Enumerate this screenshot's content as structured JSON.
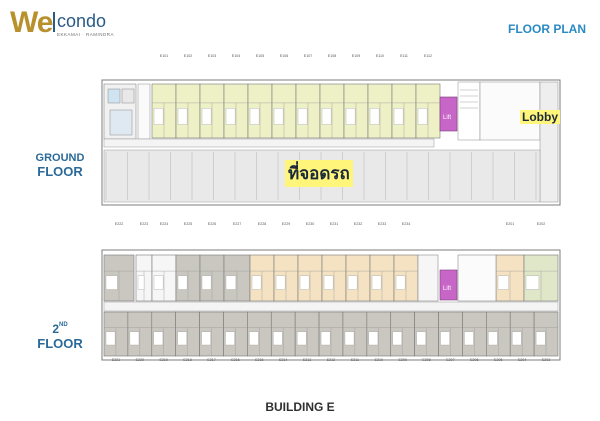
{
  "logo": {
    "brand_we": "We",
    "brand_condo": "condo",
    "subtitle": "EKKAMAI · RAMINDRA"
  },
  "title": "FLOOR PLAN",
  "building": "BUILDING E",
  "ground_floor": {
    "label_line1": "GROUND",
    "label_line2": "FLOOR",
    "lobby": "Lobby",
    "parking": "ที่จอดรถ",
    "lift": "Lift",
    "units": [
      "E101",
      "E102",
      "E103",
      "E104",
      "E105",
      "E106",
      "E107",
      "E108",
      "E109",
      "E110",
      "E111",
      "E112"
    ]
  },
  "second_floor": {
    "label_line1": "2",
    "label_sup": "ND",
    "label_line2": "FLOOR",
    "lift": "Lift",
    "units_top": [
      "E222",
      "E223",
      "E224",
      "E225",
      "E226",
      "E227",
      "E228",
      "E229",
      "E230",
      "E231",
      "E232",
      "E233",
      "E234",
      "E201",
      "E202"
    ],
    "units_bottom": [
      "E221",
      "E220",
      "E219",
      "E218",
      "E217",
      "E216",
      "E215",
      "E214",
      "E213",
      "E212",
      "E211",
      "E210",
      "E209",
      "E208",
      "E207",
      "E206",
      "E205",
      "E204",
      "E203"
    ]
  },
  "colors": {
    "accent_gold": "#b8912c",
    "accent_blue": "#2a8ac4",
    "unit_green": "#eef0c6",
    "unit_peach": "#f5e2c2",
    "unit_gray": "#c9c7bf",
    "lift_purple": "#c766c7",
    "highlight_yellow": "#fff57a"
  }
}
